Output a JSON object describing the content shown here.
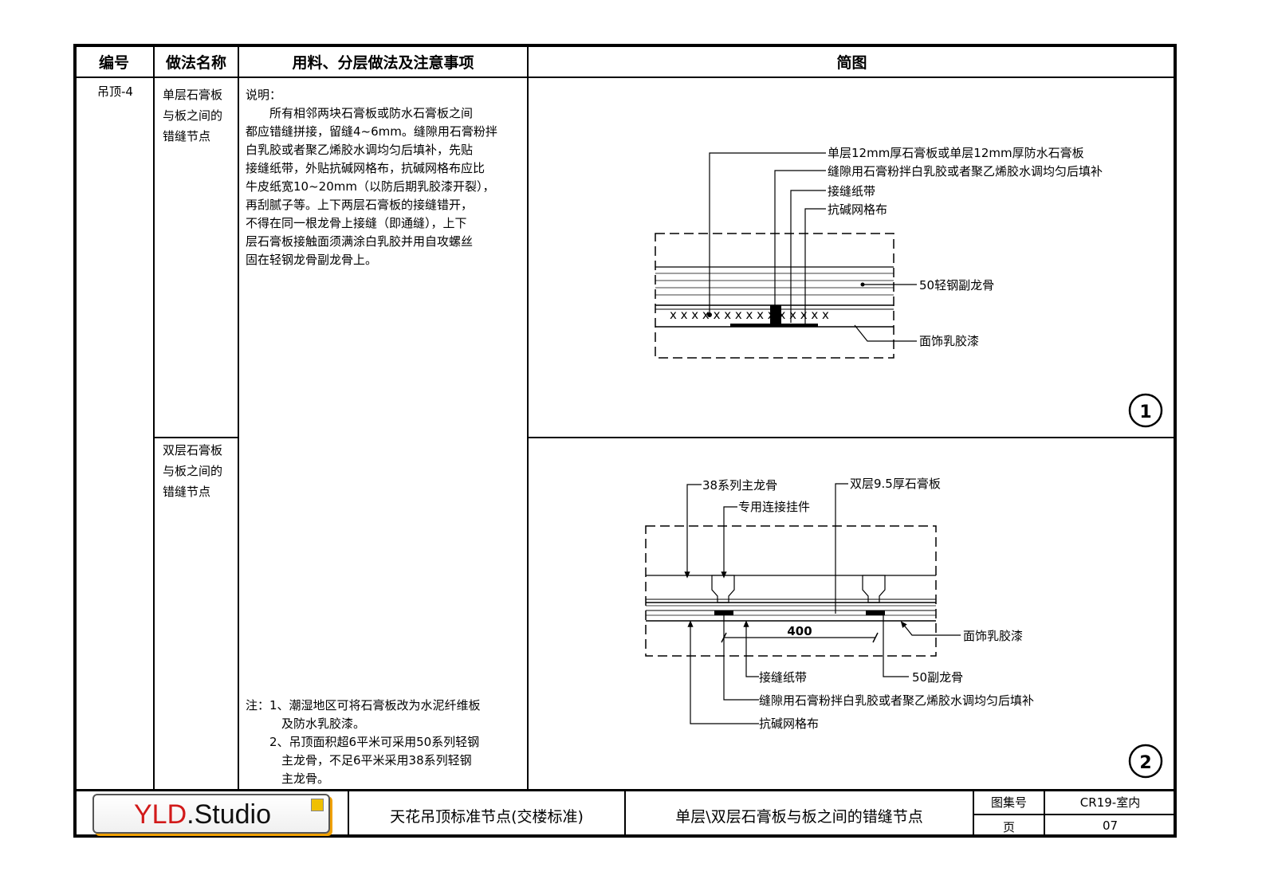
{
  "header": {
    "col_code": "编号",
    "col_name": "做法名称",
    "col_material": "用料、分层做法及注意事项",
    "col_diagram": "简图"
  },
  "row": {
    "code": "吊顶-4",
    "name1": [
      "单层石膏板",
      "与板之间的",
      "错缝节点"
    ],
    "name2": [
      "双层石膏板",
      "与板之间的",
      "错缝节点"
    ]
  },
  "description": {
    "lines": [
      "说明：",
      "　　所有相邻两块石膏板或防水石膏板之间",
      "都应错缝拼接，留缝4~6mm。缝隙用石膏粉拌",
      "白乳胶或者聚乙烯胶水调均匀后填补，先贴",
      "接缝纸带，外贴抗碱网格布，抗碱网格布应比",
      "牛皮纸宽10~20mm（以防后期乳胶漆开裂），",
      "再刮腻子等。上下两层石膏板的接缝错开，",
      "不得在同一根龙骨上接缝（即通缝），上下",
      "层石膏板接触面须满涂白乳胶并用自攻螺丝",
      "固在轻钢龙骨副龙骨上。"
    ],
    "notes": [
      "注：1、潮湿地区可将石膏板改为水泥纤维板",
      "　　　及防水乳胶漆。",
      "　　2、吊顶面积超6平米可采用50系列轻钢",
      "　　　主龙骨，不足6平米采用38系列轻钢",
      "　　　主龙骨。"
    ]
  },
  "diagram1": {
    "labels": [
      "单层12mm厚石膏板或单层12mm厚防水石膏板",
      "缝隙用石膏粉拌白乳胶或者聚乙烯胶水调均匀后填补",
      "接缝纸带",
      "抗碱网格布",
      "50轻钢副龙骨",
      "面饰乳胶漆"
    ],
    "number": "1"
  },
  "diagram2": {
    "labels": [
      "38系列主龙骨",
      "专用连接挂件",
      "双层9.5厚石膏板",
      "面饰乳胶漆",
      "接缝纸带",
      "50副龙骨",
      "缝隙用石膏粉拌白乳胶或者聚乙烯胶水调均匀后填补",
      "抗碱网格布"
    ],
    "dimension": "400",
    "number": "2"
  },
  "titleblock": {
    "logo_yld": "YLD",
    "logo_studio": ".Studio",
    "series": "天花吊顶标准节点(交楼标准)",
    "sheet_title": "单层\\双层石膏板与板之间的错缝节点",
    "atlas_label": "图集号",
    "atlas_value": "CR19-室内",
    "page_label": "页",
    "page_value": "07"
  },
  "colors": {
    "line": "#000000",
    "logo_red": "#d21a1a",
    "logo_orange": "#f0a000"
  }
}
